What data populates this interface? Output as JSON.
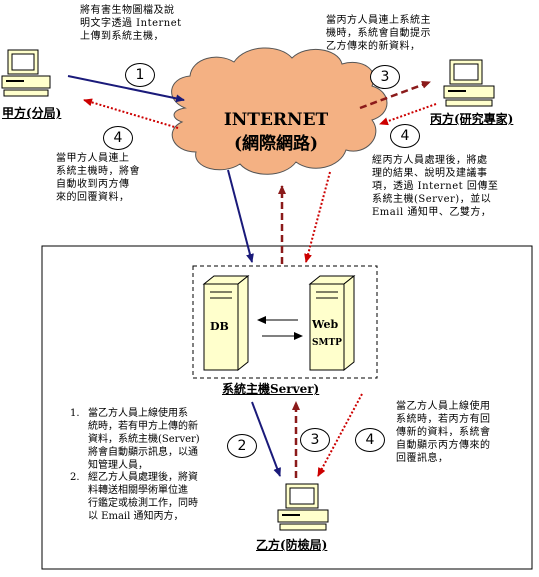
{
  "labels": {
    "party_a": "甲方(分局)",
    "party_c": "丙方(研究專家)",
    "party_b": "乙方(防檢局)",
    "server": "系統主機Server)",
    "internet_en": "INTERNET",
    "internet_zh": "(網際網路)",
    "db": "DB",
    "web": "Web",
    "smtp": "SMTP"
  },
  "steps": {
    "s1_top": "1",
    "s3_top": "3",
    "s4_left": "4",
    "s4_right": "4",
    "s2_bottom": "2",
    "s3_bottom": "3",
    "s4_bottom": "4"
  },
  "notes": {
    "top_left": "將有害生物圖檔及說\n明文字透過 Internet\n上傳到系統主機，",
    "top_right": "當丙方人員連上系統主\n機時，系統會自動提示\n乙方傳來的新資料，",
    "mid_left": "當甲方人員連上\n系統主機時，將會\n自動收到丙方傳\n來的回覆資料，",
    "mid_right": "經丙方人員處理後，將處\n理的結果、說明及建議事\n項，透過 Internet 回傳至\n系統主機(Server)，並以\nEmail 通知甲、乙雙方，",
    "bottom_right": "當乙方人員上線使用\n系統時，若丙方有回\n傳新的資料，系統會\n自動顯示丙方傳來的\n回覆訊息，",
    "list_1_num": "1.",
    "list_1": "當乙方人員上線使用系\n統時，若有甲方上傳的新\n資料，系統主機(Server)\n將會自動顯示訊息，以通\n知管理人員，",
    "list_2_num": "2.",
    "list_2": "經乙方人員處理後，將資\n料轉送相關學術單位進\n行鑑定或檢測工作，同時\n以 Email 通知丙方，"
  },
  "colors": {
    "blue_arrow": "#1a1a7a",
    "red_arrow": "#8b1a1a",
    "red_dotted": "#cc0000",
    "computer_fill": "#ffffcc",
    "cloud_fill": "#f4b183"
  }
}
